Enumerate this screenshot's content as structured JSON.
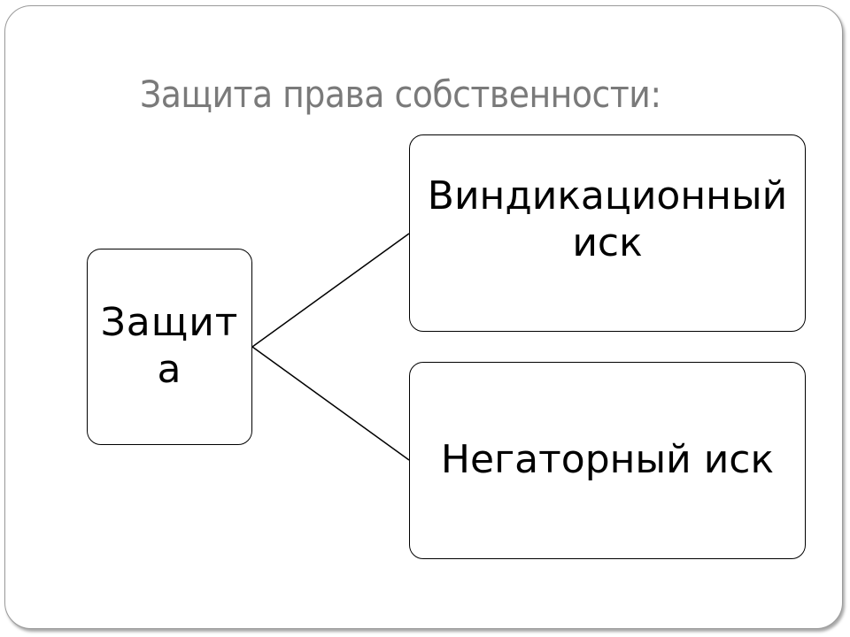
{
  "slide": {
    "title": "Защита права собственности:"
  },
  "diagram": {
    "root": {
      "label": "Защита"
    },
    "children": [
      {
        "label": "Виндикационный иск"
      },
      {
        "label": "Негаторный иск"
      }
    ]
  }
}
